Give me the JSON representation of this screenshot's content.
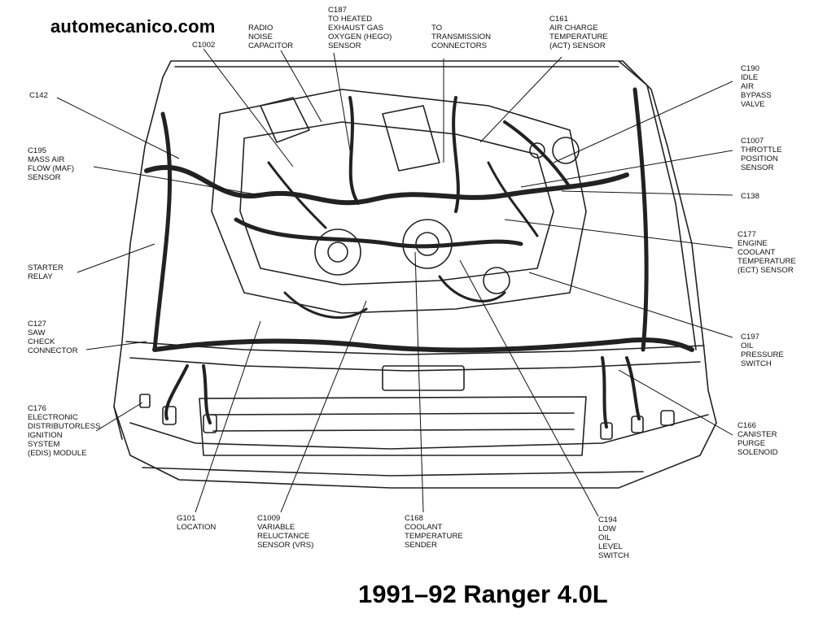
{
  "brand": "automecanico.com",
  "caption": "1991–92 Ranger 4.0L",
  "labels": {
    "c1002": "C1002",
    "radio": "RADIO\nNOISE\nCAPACITOR",
    "c187": "C187\nTO HEATED\nEXHAUST GAS\nOXYGEN (HEGO)\nSENSOR",
    "trans": "TO\nTRANSMISSION\nCONNECTORS",
    "c161": "C161\nAIR CHARGE\nTEMPERATURE\n(ACT) SENSOR",
    "c190": "C190\nIDLE\nAIR\nBYPASS\nVALVE",
    "c1007": "C1007\nTHROTTLE\nPOSITION\nSENSOR",
    "c138": "C138",
    "c177": "C177\nENGINE\nCOOLANT\nTEMPERATURE\n(ECT) SENSOR",
    "c197": "C197\nOIL\nPRESSURE\nSWITCH",
    "c166": "C166\nCANISTER\nPURGE\nSOLENOID",
    "c194": "C194\nLOW\nOIL\nLEVEL\nSWITCH",
    "c168": "C168\nCOOLANT\nTEMPERATURE\nSENDER",
    "c1009": "C1009\nVARIABLE\nRELUCTANCE\nSENSOR (VRS)",
    "g101": "G101\nLOCATION",
    "c176": "C176\nELECTRONIC\nDISTRIBUTORLESS\nIGNITION\nSYSTEM\n(EDIS) MODULE",
    "c127": "C127\nSAW\nCHECK\nCONNECTOR",
    "starter": "STARTER\nRELAY",
    "c195": "C195\nMASS AIR\nFLOW (MAF)\nSENSOR",
    "c142": "C142"
  }
}
